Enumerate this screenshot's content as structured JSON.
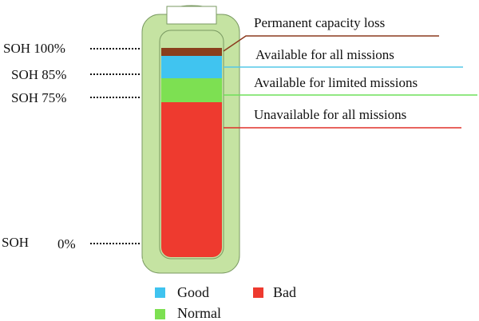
{
  "levels": [
    {
      "label": "SOH 100%",
      "soh": 100
    },
    {
      "label": "SOH 85%",
      "soh": 85
    },
    {
      "label": "SOH 75%",
      "soh": 75
    },
    {
      "label_prefix": "SOH",
      "label_value": "0%",
      "soh": 0
    }
  ],
  "callouts": [
    {
      "text": "Permanent capacity loss",
      "color": "#8b3a1e"
    },
    {
      "text": "Available for all missions",
      "color": "#55c8e8"
    },
    {
      "text": "Available for limited missions",
      "color": "#6fe05a"
    },
    {
      "text": "Unavailable for all missions",
      "color": "#e0302a"
    }
  ],
  "legend": [
    {
      "label": "Good",
      "color": "#3fc3ef"
    },
    {
      "label": "Bad",
      "color": "#ee3a2f"
    },
    {
      "label": "Normal",
      "color": "#7de052"
    }
  ],
  "colors": {
    "battery_shell": "#c5e3a2",
    "battery_outline": "#7a9a62",
    "cap": "#ffffff",
    "permanent_loss": "#8a3f1c",
    "good": "#40c4f0",
    "normal": "#7de052",
    "bad": "#ee3a2f"
  }
}
